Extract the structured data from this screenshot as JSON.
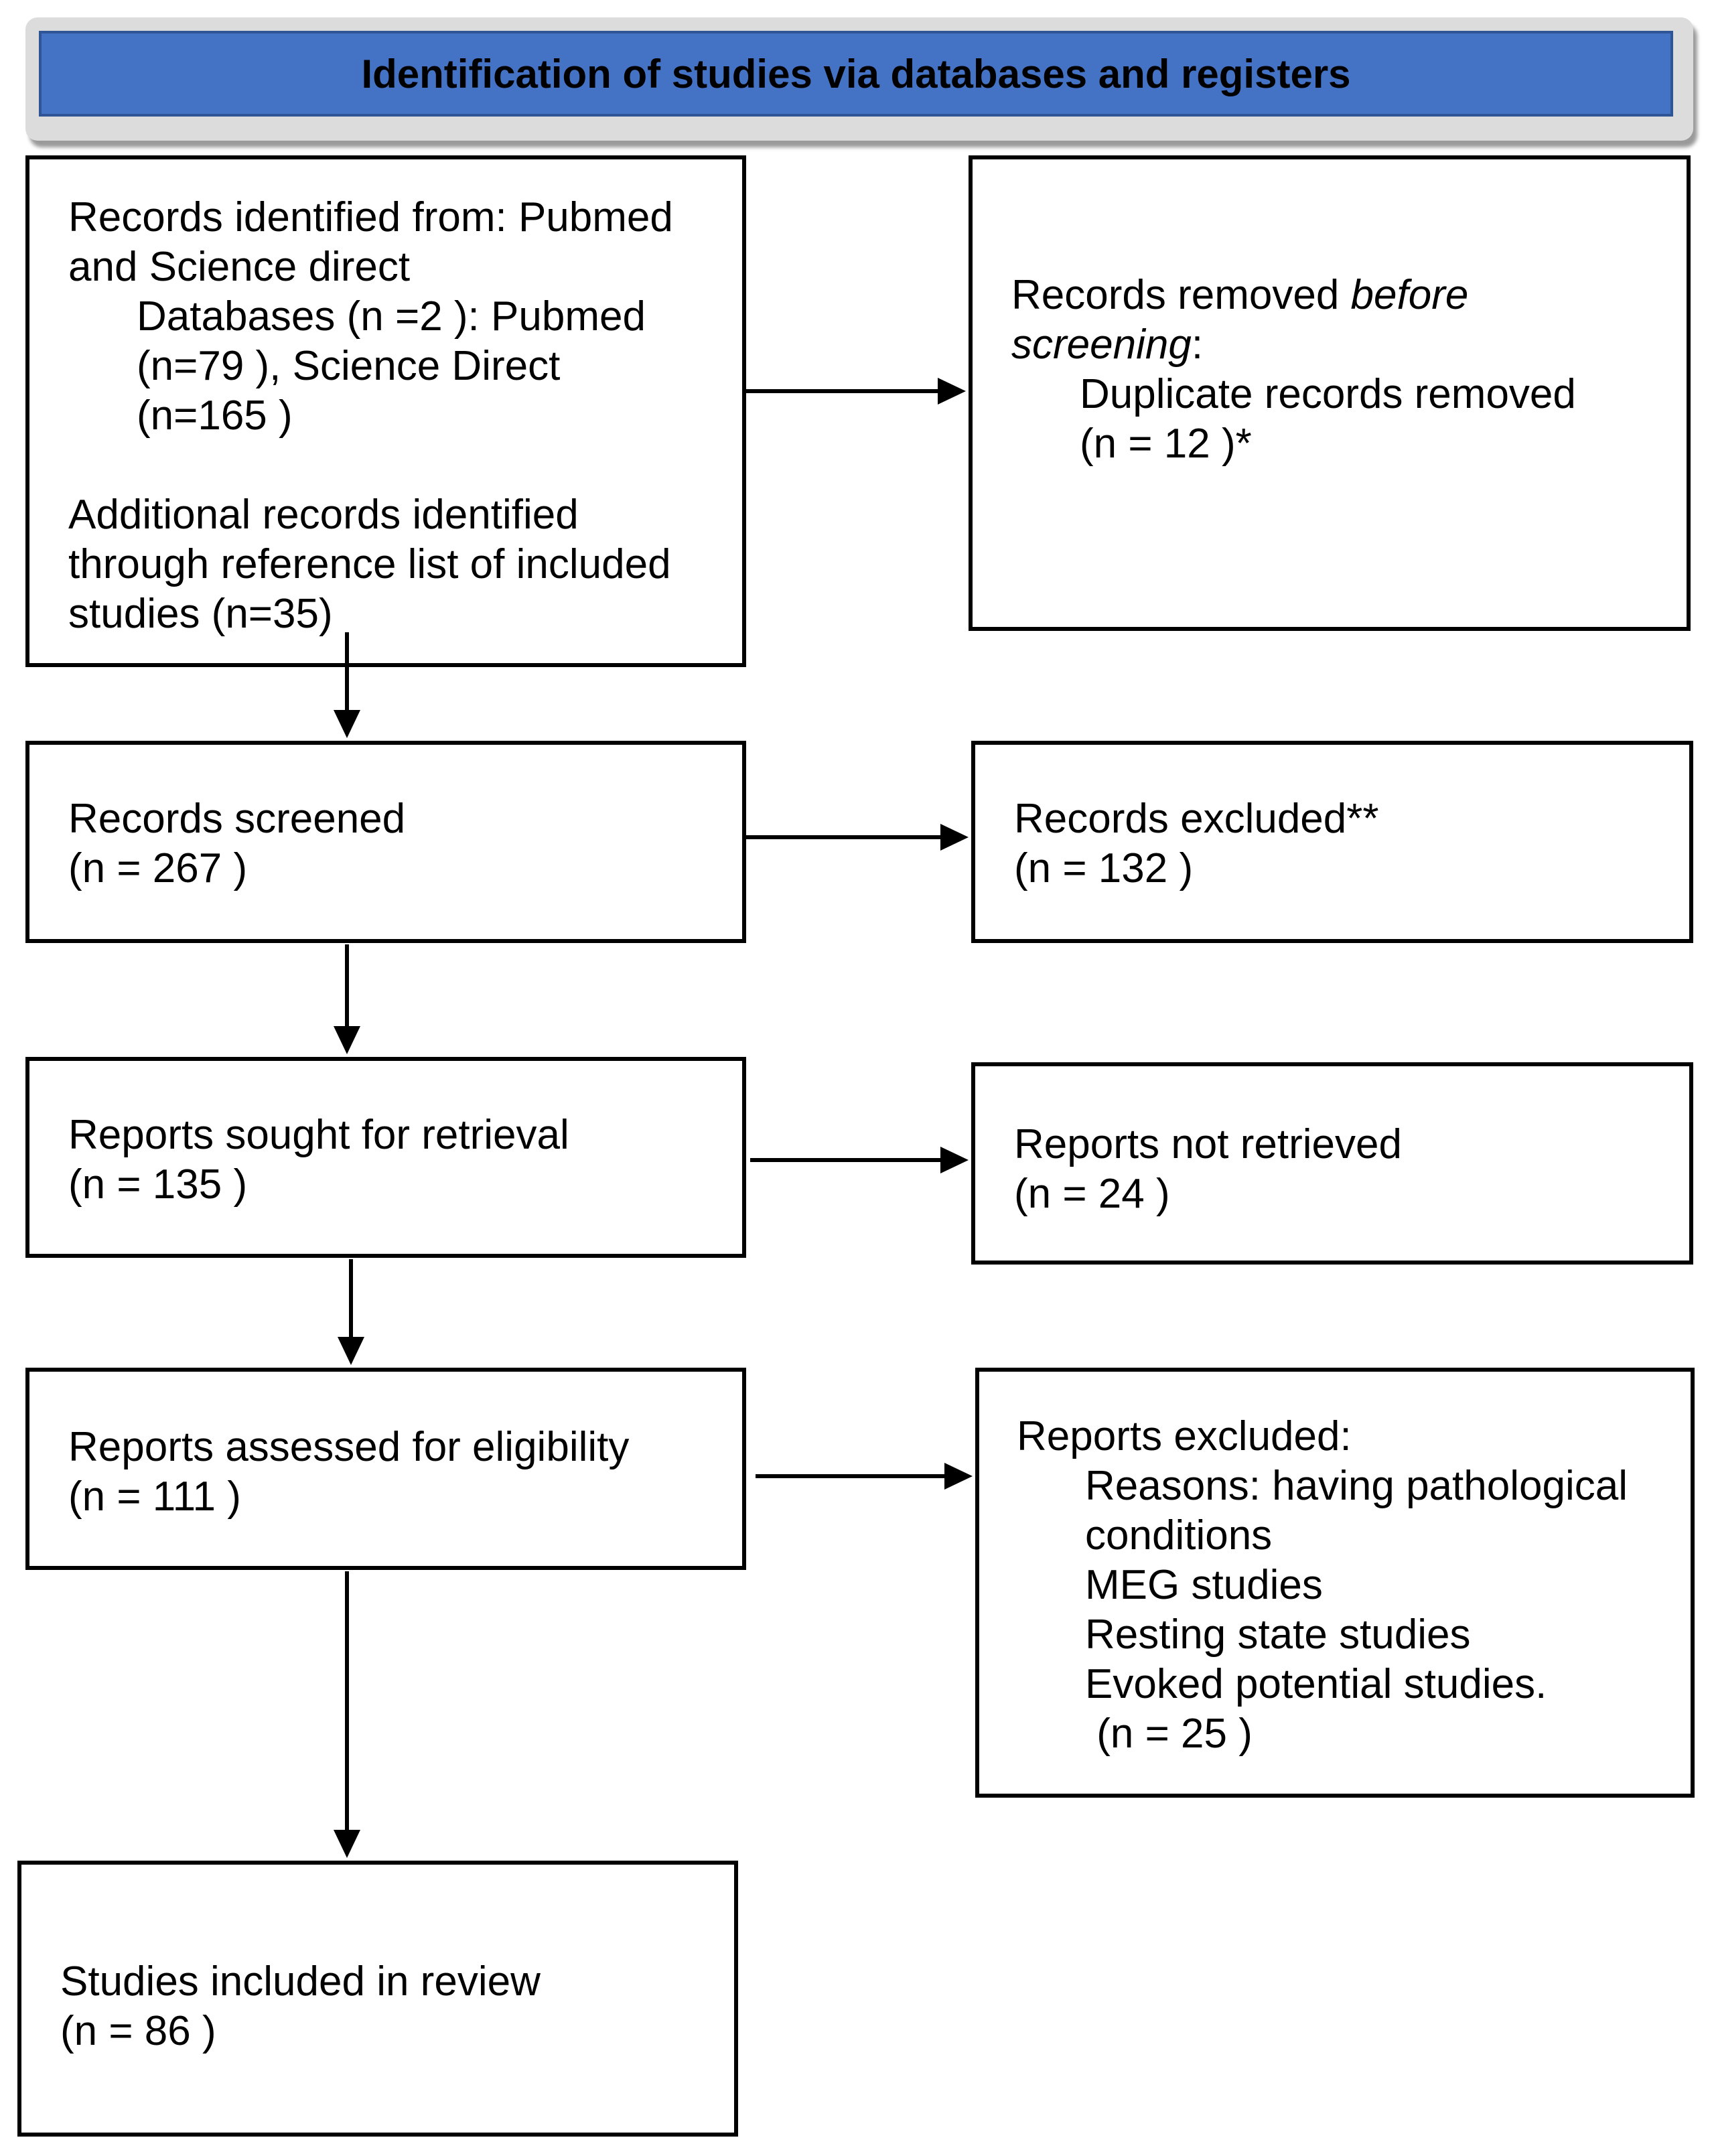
{
  "header": {
    "title": "Identification of studies via databases and registers"
  },
  "identified": {
    "line1": "Records identified from: Pubmed",
    "line2": "and Science direct",
    "line3": "Databases (n =2 ): Pubmed",
    "line4": "(n=79 ), Science Direct",
    "line5": "(n=165 )",
    "line6": "Additional records identified",
    "line7": "through reference list of included",
    "line8": "studies (n=35)"
  },
  "removed": {
    "label_a": "Records removed ",
    "label_b": "before",
    "label_c": "screening",
    "label_d": ":",
    "line3": "Duplicate records removed",
    "line4": "(n = 12 )*"
  },
  "screened": {
    "label": "Records screened",
    "count": "(n = 267 )"
  },
  "excluded": {
    "label": "Records excluded**",
    "count": "(n = 132 )"
  },
  "sought": {
    "label": "Reports sought for retrieval",
    "count": "(n = 135 )"
  },
  "not_retrieved": {
    "label": "Reports not retrieved",
    "count": "(n = 24 )"
  },
  "assessed": {
    "label": "Reports assessed for eligibility",
    "count": "(n = 111 )"
  },
  "reports_excluded": {
    "label": "Reports excluded:",
    "reason1": "Reasons: having pathological",
    "reason1b": "conditions",
    "reason2": "MEG studies",
    "reason3": "Resting state studies",
    "reason4": "Evoked potential studies.",
    "count": " (n = 25 )"
  },
  "included": {
    "label": "Studies included in review",
    "count": "(n = 86 )"
  },
  "colors": {
    "header_fill": "#4472c4",
    "header_border": "#2f5597",
    "stroke": "#000000"
  }
}
